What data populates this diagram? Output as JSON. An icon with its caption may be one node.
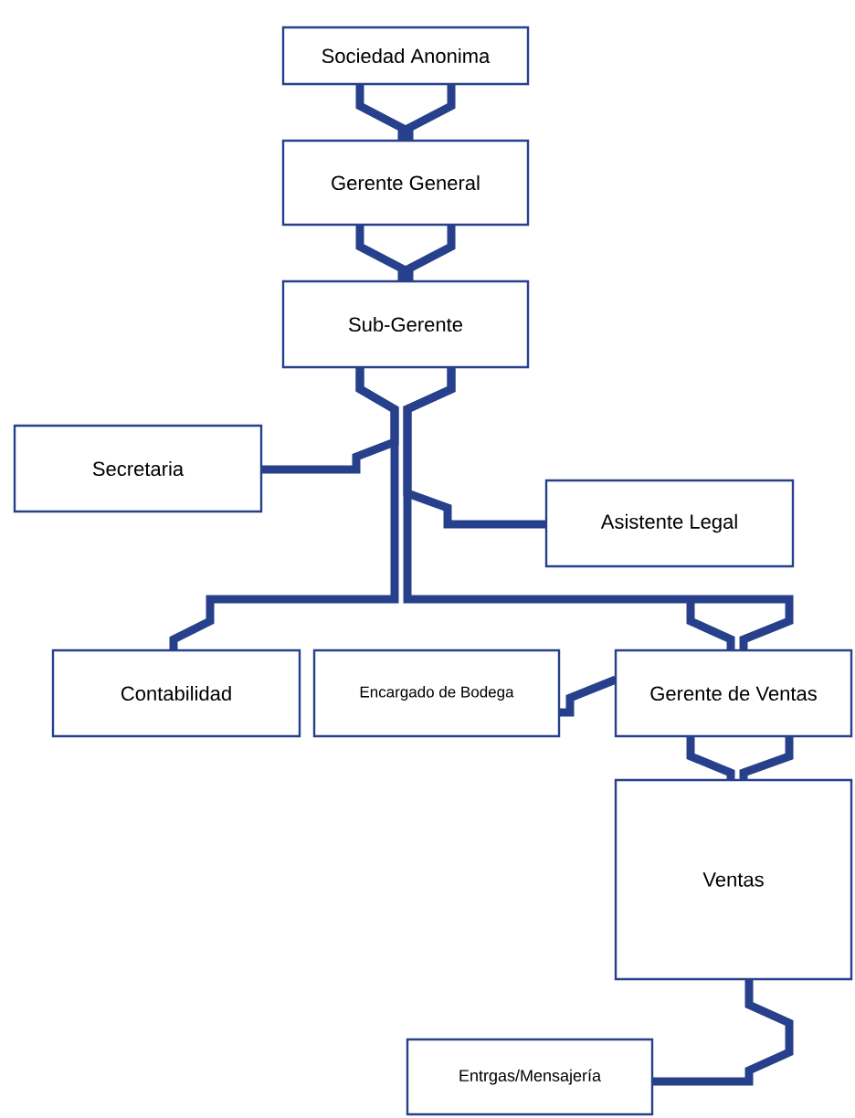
{
  "diagram": {
    "nodes": [
      {
        "text": [
          "Sociedad Anonima"
        ]
      },
      {
        "text": [
          "Gerente General"
        ]
      },
      {
        "text": [
          "Sub-Gerente"
        ]
      },
      {
        "text": [
          "Secretaria"
        ]
      },
      {
        "text": [
          "Asistente Legal"
        ]
      },
      {
        "text": [
          "Contabilidad"
        ]
      },
      {
        "text": [
          "Encargado de Bodega"
        ]
      },
      {
        "text": [
          "Gerente de Ventas"
        ]
      },
      {
        "text": [
          "Ventas"
        ]
      },
      {
        "text": [
          "Entrgas/Mensajería"
        ]
      }
    ],
    "edges": [
      {
        "from": 0,
        "to": 1,
        "arrow": "none"
      },
      {
        "from": 1,
        "to": 2,
        "arrow": "none"
      },
      {
        "from": 2,
        "to": 3,
        "arrow": "none"
      },
      {
        "from": 2,
        "to": 4,
        "arrow": "none"
      },
      {
        "from": 2,
        "to": 5,
        "arrow": "none"
      },
      {
        "from": 2,
        "to": 7,
        "arrow": "none"
      },
      {
        "from": 7,
        "to": 6,
        "arrow": "none"
      },
      {
        "from": 7,
        "to": 8,
        "arrow": "none"
      },
      {
        "from": 8,
        "to": 9,
        "arrow": "none"
      }
    ]
  }
}
